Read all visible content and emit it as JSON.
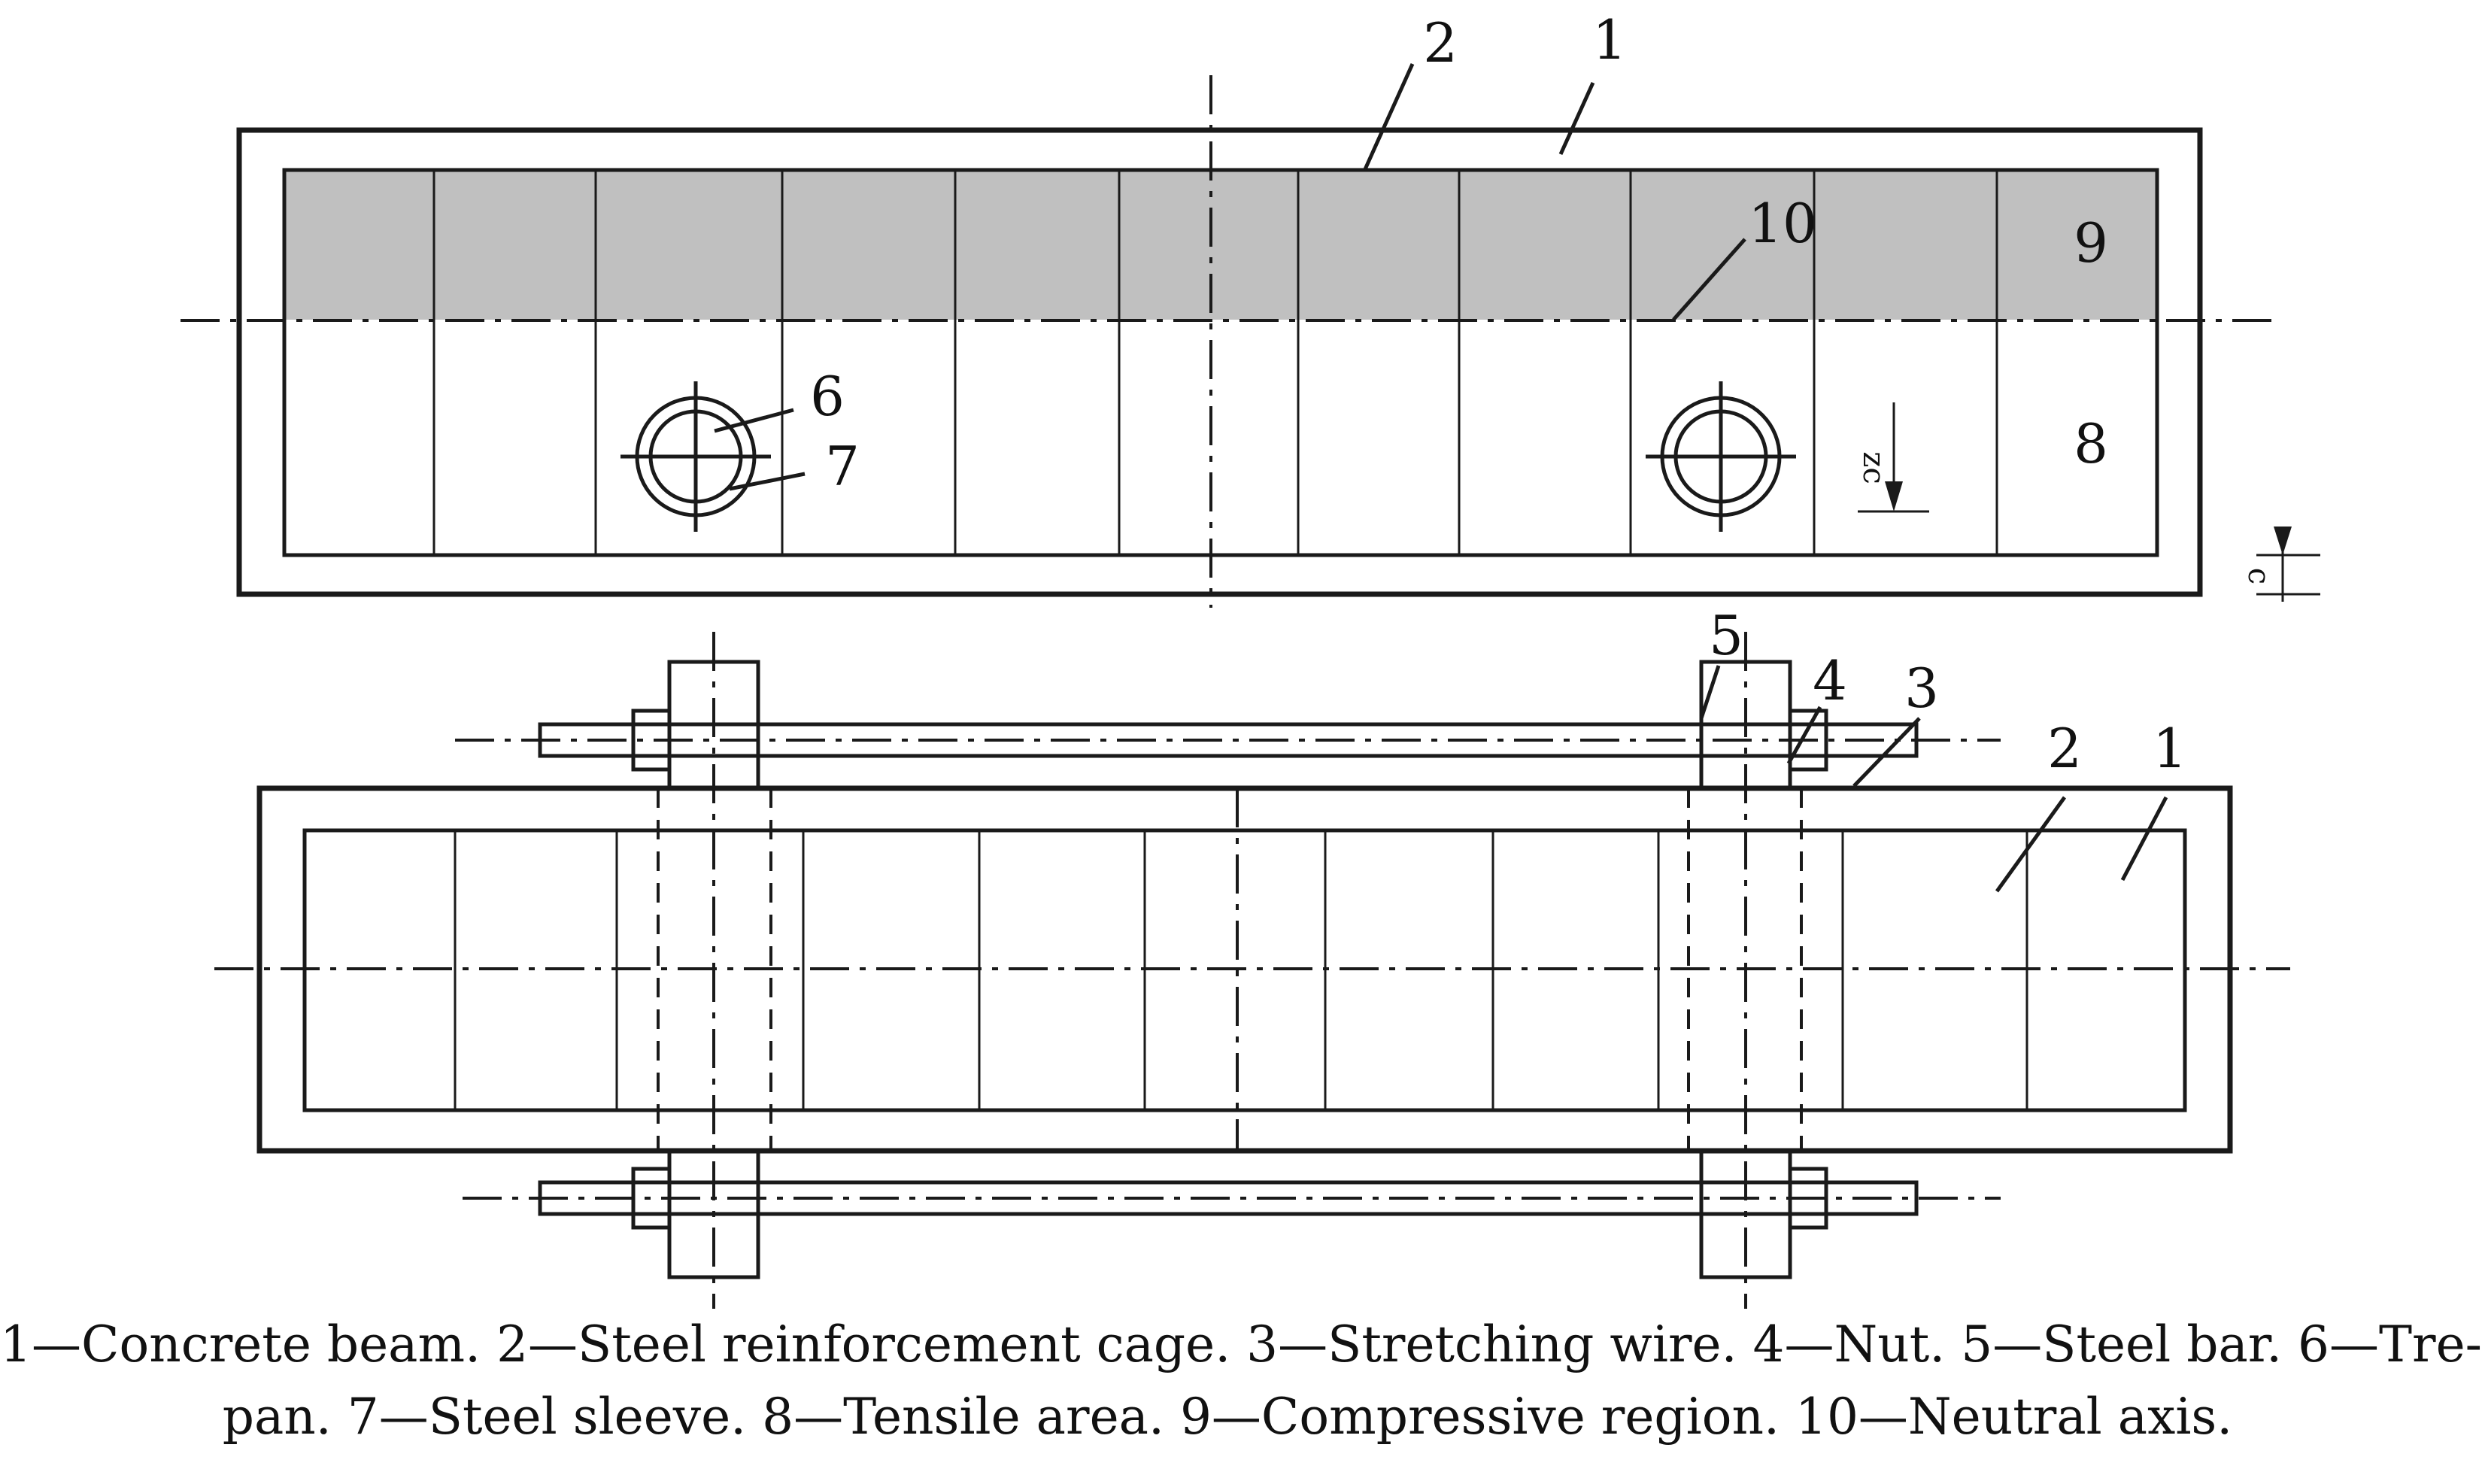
{
  "diagram": {
    "labels": {
      "top": {
        "l1": "1",
        "l2": "2",
        "l9": "9",
        "l10": "10",
        "l6": "6",
        "l7": "7",
        "l8": "8",
        "zc": "zc",
        "c": "c"
      },
      "bottom": {
        "l5": "5",
        "l4": "4",
        "l3": "3",
        "l2": "2",
        "l1": "1"
      }
    },
    "colors": {
      "line": "#1a1a1a",
      "compressive_fill": "#c0c0c0"
    }
  },
  "caption": {
    "line1": "1—Concrete beam. 2—Steel reinforcement cage. 3—Stretching wire. 4—Nut. 5—Steel bar. 6—Tre-",
    "line2": "pan. 7—Steel sleeve. 8—Tensile area. 9—Compressive region. 10—Neutral axis."
  }
}
